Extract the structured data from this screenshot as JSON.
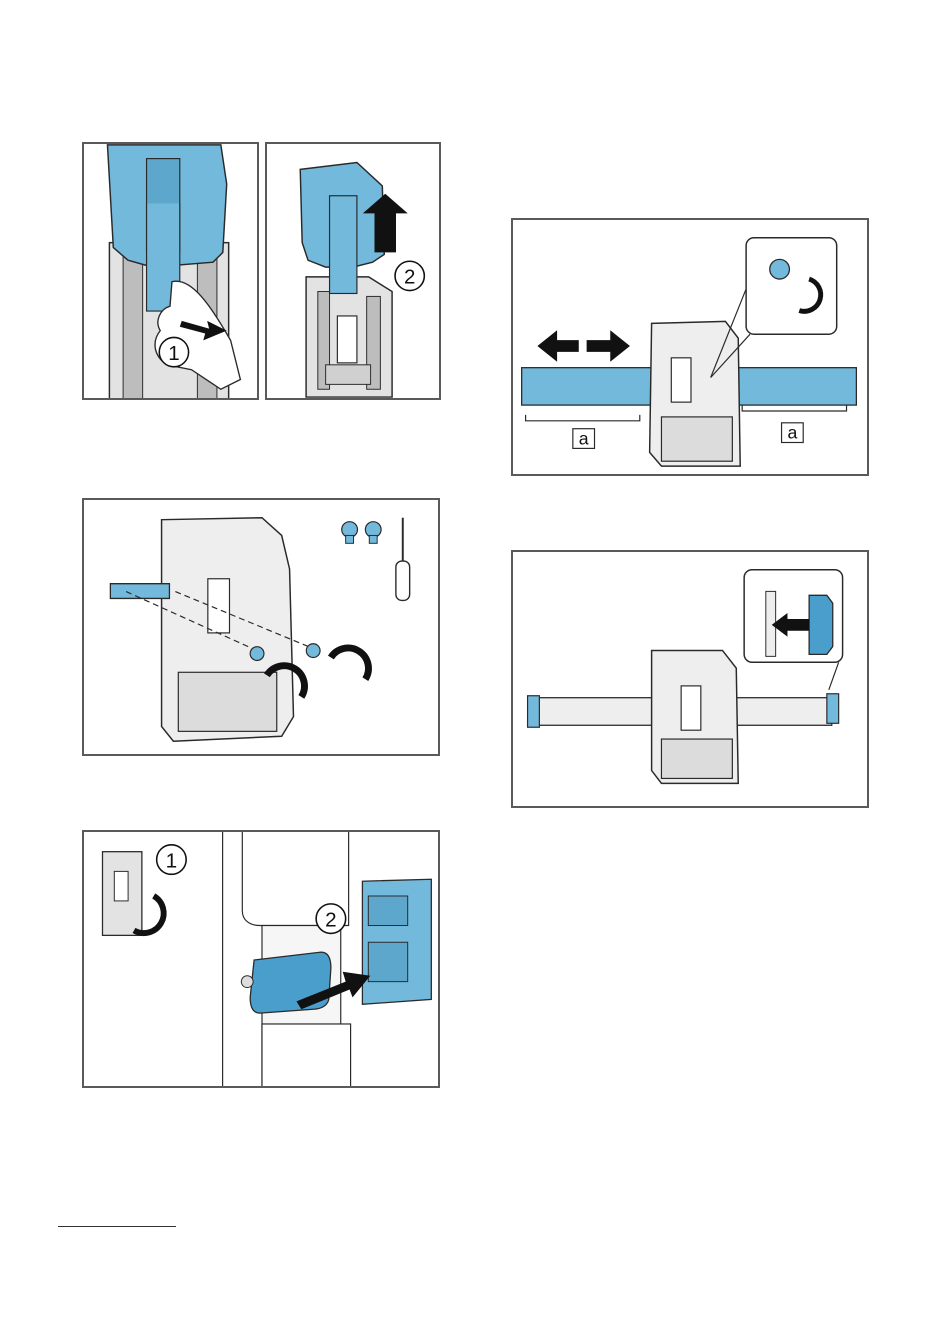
{
  "colors": {
    "accent_blue": "#73b9dc",
    "accent_blue_dark": "#3f7fa6",
    "outline": "#2a2a2a",
    "panel_border": "#5a5a5a",
    "light_gray": "#e3e3e3",
    "mid_gray": "#bdbdbd"
  },
  "panels": {
    "cover_pull": {
      "step_label": "1"
    },
    "cover_lift": {
      "step_label": "2"
    },
    "screw_rail": {},
    "rail_adjust": {
      "dimension_label_left": "a",
      "dimension_label_right": "a"
    },
    "end_cap": {},
    "hinge_insert": {
      "step_label_1": "1",
      "step_label_2": "2"
    }
  },
  "icons": [
    "hand-icon",
    "arrow-right-icon",
    "arrow-up-icon",
    "double-arrow-icon",
    "rotate-clockwise-icon",
    "rotate-counterclockwise-icon",
    "screw-icon",
    "screwdriver-icon",
    "magnifier-callout-icon"
  ]
}
